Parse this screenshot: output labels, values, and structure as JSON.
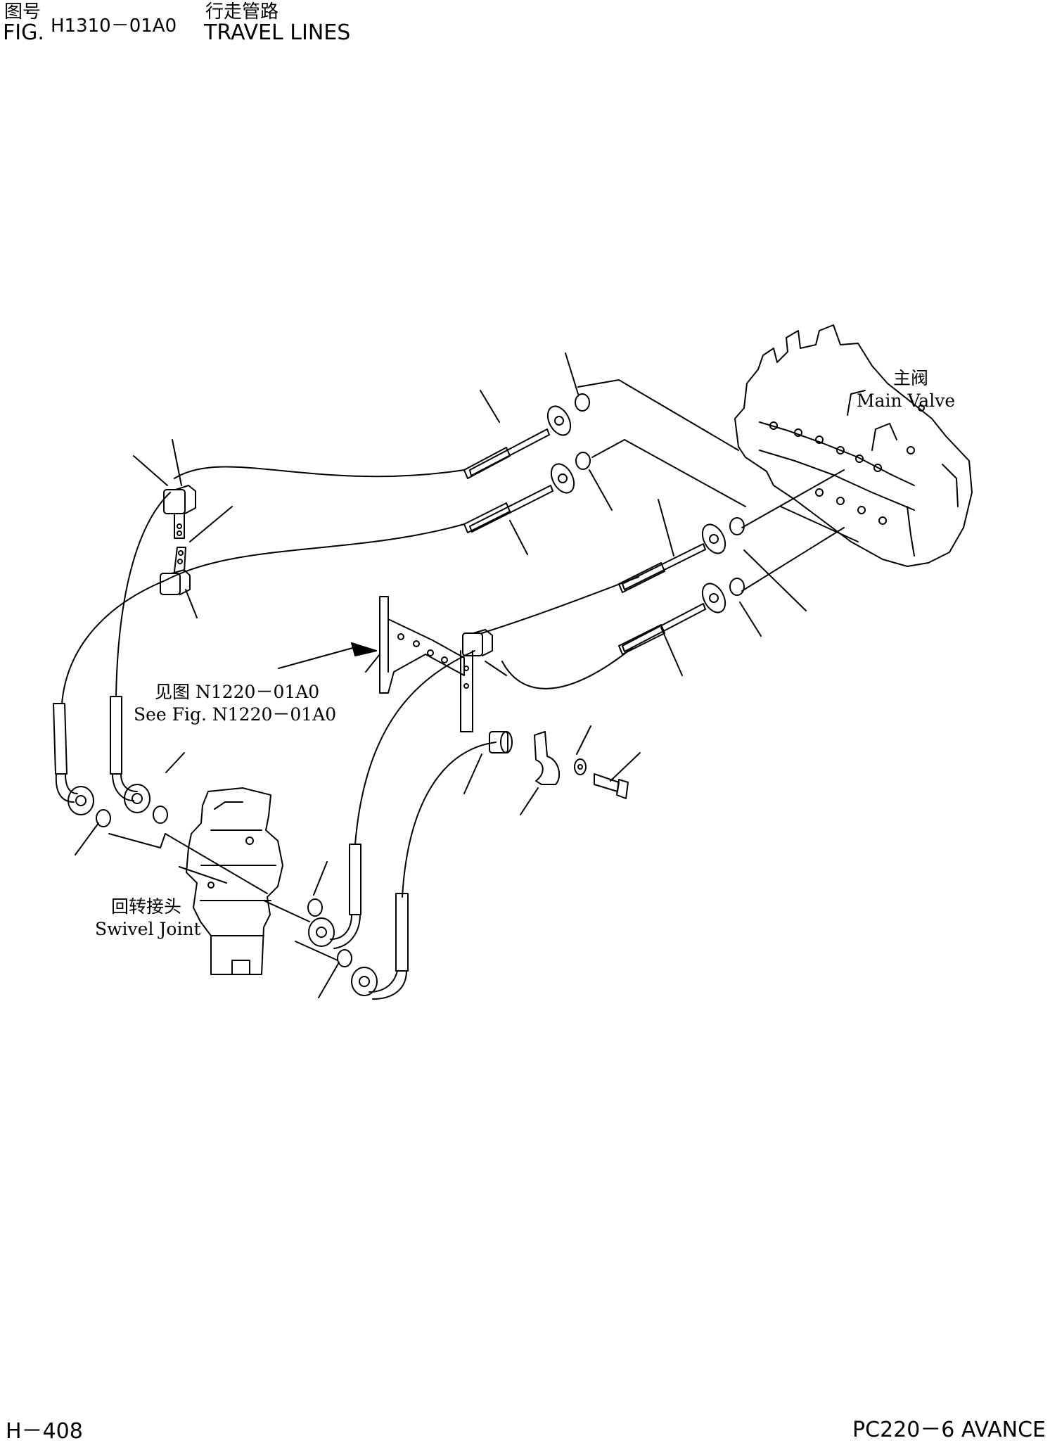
{
  "header": {
    "fig_label_cn": "图号",
    "fig_label_en": "FIG.",
    "fig_number": "H1310－01A0",
    "title_cn": "行走管路",
    "title_en": "TRAVEL LINES"
  },
  "labels": {
    "main_valve_cn": "主阀",
    "main_valve_en": "Main Valve",
    "see_fig_cn": "见图 N1220－01A0",
    "see_fig_en": "See Fig. N1220－01A0",
    "swivel_cn": "回转接头",
    "swivel_en": "Swivel Joint"
  },
  "footer": {
    "page_number": "H－408",
    "model": "PC220－6 AVANCE"
  }
}
